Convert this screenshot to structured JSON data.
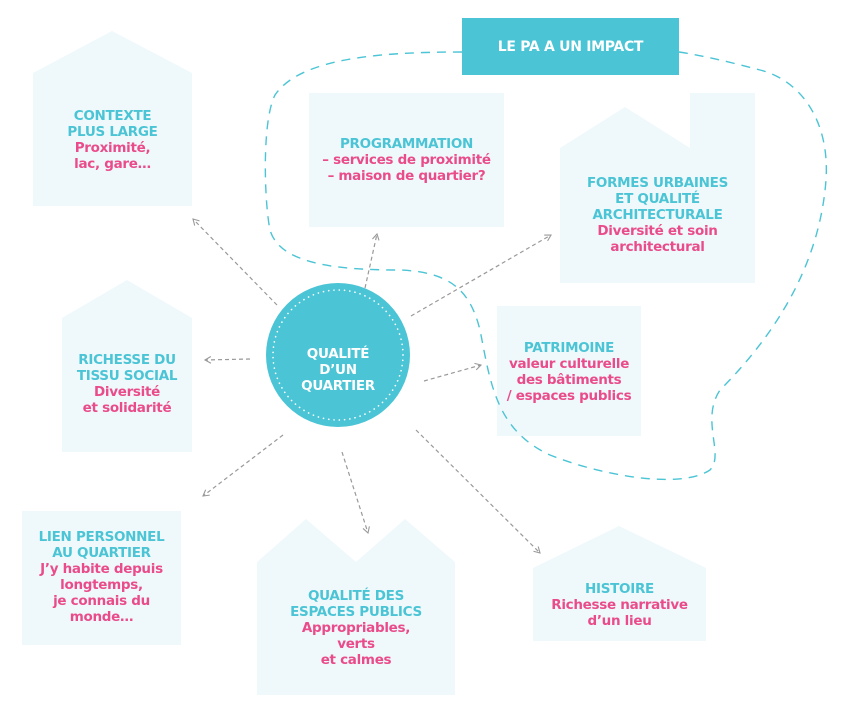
{
  "colors": {
    "accent": "#4bc4d5",
    "highlight": "#ea4c8b",
    "node_fill": "#eff9fb",
    "arrow": "#999999"
  },
  "impact_label": "LE PA A UN IMPACT",
  "center": {
    "lines": [
      "QUALITÉ",
      "D’UN",
      "QUARTIER"
    ]
  },
  "nodes": {
    "contexte": {
      "title": [
        "CONTEXTE",
        "PLUS LARGE"
      ],
      "subtitle": [
        "Proximité,",
        "lac, gare…"
      ]
    },
    "programmation": {
      "title": [
        "PROGRAMMATION"
      ],
      "subtitle": [
        "– services de proximité",
        "– maison de quartier?"
      ]
    },
    "formes": {
      "title": [
        "FORMES URBAINES",
        "ET QUALITÉ",
        "ARCHITECTURALE"
      ],
      "subtitle": [
        "Diversité et soin",
        "architectural"
      ]
    },
    "richesse": {
      "title": [
        "RICHESSE DU",
        "TISSU SOCIAL"
      ],
      "subtitle": [
        "Diversité",
        "et solidarité"
      ]
    },
    "patrimoine": {
      "title": [
        "PATRIMOINE"
      ],
      "subtitle": [
        "valeur culturelle",
        "des bâtiments",
        "/ espaces publics"
      ]
    },
    "lien": {
      "title": [
        "LIEN PERSONNEL",
        "AU QUARTIER"
      ],
      "subtitle": [
        "J’y habite depuis",
        "longtemps,",
        "je connais du",
        "monde…"
      ]
    },
    "espaces": {
      "title": [
        "QUALITÉ DES",
        "ESPACES PUBLICS"
      ],
      "subtitle": [
        "Appropriables,",
        "verts",
        "et calmes"
      ]
    },
    "histoire": {
      "title": [
        "HISTOIRE"
      ],
      "subtitle": [
        "Richesse narrative",
        "d’un lieu"
      ]
    }
  }
}
